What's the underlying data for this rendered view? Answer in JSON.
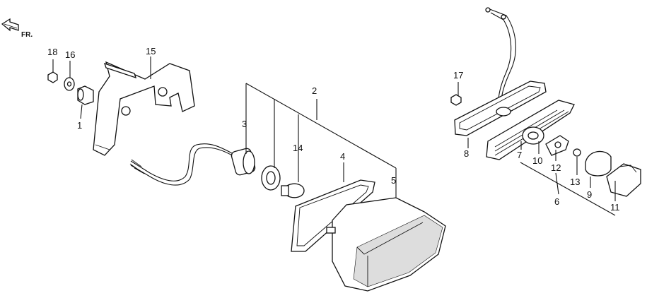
{
  "direction_label": "FR.",
  "callouts": [
    "1",
    "2",
    "3",
    "4",
    "5",
    "6",
    "7",
    "8",
    "9",
    "10",
    "11",
    "12",
    "13",
    "14",
    "15",
    "16",
    "17",
    "18"
  ]
}
